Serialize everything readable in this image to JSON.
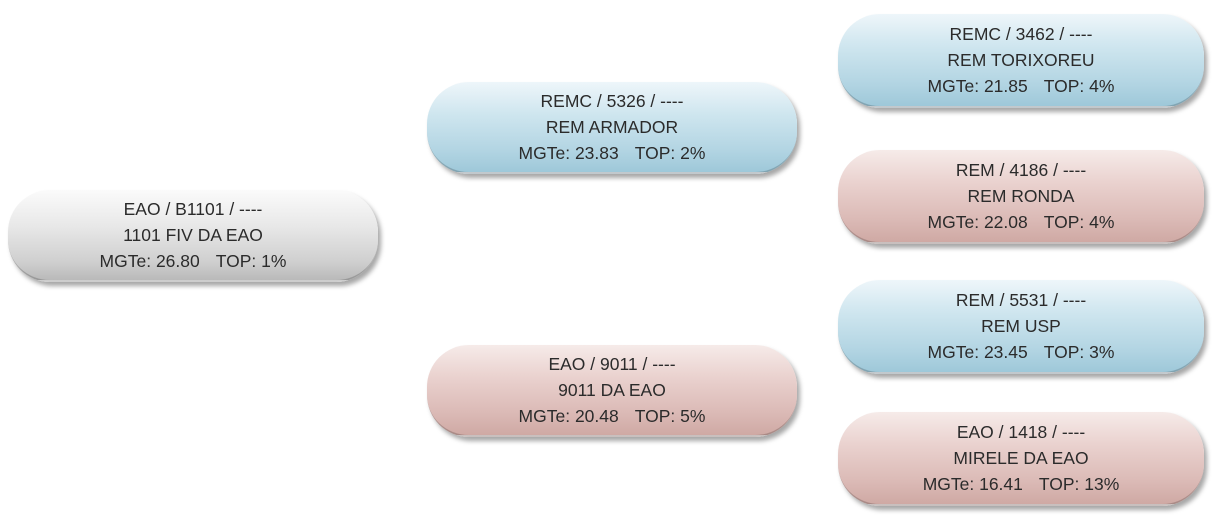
{
  "nodes": {
    "root": {
      "line1": "EAO / B1101 / ----",
      "line2": "1101 FIV DA EAO",
      "mgte": "MGTe: 26.80",
      "top": "TOP: 1%",
      "color": "#cfcfcf"
    },
    "armador": {
      "line1": "REMC / 5326 / ----",
      "line2": "REM ARMADOR",
      "mgte": "MGTe: 23.83",
      "top": "TOP: 2%",
      "color": "#b3d5e3"
    },
    "da9011": {
      "line1": "EAO / 9011 / ----",
      "line2": "9011 DA EAO",
      "mgte": "MGTe: 20.48",
      "top": "TOP: 5%",
      "color": "#dbbab6"
    },
    "torixoreu": {
      "line1": "REMC / 3462 / ----",
      "line2": "REM TORIXOREU",
      "mgte": "MGTe: 21.85",
      "top": "TOP: 4%",
      "color": "#b3d5e3"
    },
    "ronda": {
      "line1": "REM / 4186 / ----",
      "line2": "REM RONDA",
      "mgte": "MGTe: 22.08",
      "top": "TOP: 4%",
      "color": "#dbbab6"
    },
    "usp": {
      "line1": "REM / 5531 / ----",
      "line2": "REM USP",
      "mgte": "MGTe: 23.45",
      "top": "TOP: 3%",
      "color": "#b3d5e3"
    },
    "mirele": {
      "line1": "EAO / 1418 / ----",
      "line2": "MIRELE DA EAO",
      "mgte": "MGTe: 16.41",
      "top": "TOP: 13%",
      "color": "#dbbab6"
    }
  }
}
